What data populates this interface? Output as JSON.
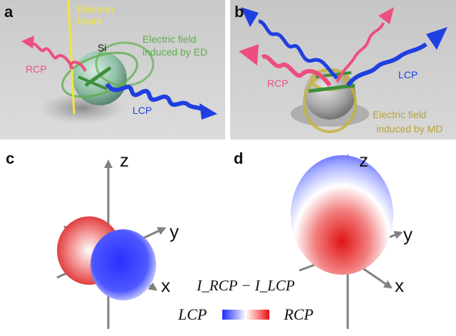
{
  "panels": {
    "a": {
      "label": "a",
      "electron_beam": "Electron\nbeam",
      "atom": "Si",
      "rcp": "RCP",
      "lcp": "LCP",
      "field_line1": "Electric field",
      "field_line2": "induced by ED"
    },
    "b": {
      "label": "b",
      "rcp": "RCP",
      "lcp": "LCP",
      "field_line1": "Electric field",
      "field_line2": "induced by MD"
    },
    "c": {
      "label": "c",
      "axis_z": "z",
      "axis_y": "y",
      "axis_x": "x"
    },
    "d": {
      "label": "d",
      "axis_z": "z",
      "axis_y": "y",
      "axis_x": "x"
    }
  },
  "colorbar": {
    "title": "I_RCP − I_LCP",
    "min_label": "LCP",
    "max_label": "RCP",
    "colors": {
      "lcp": "#1a2cff",
      "mid": "#ffffff",
      "rcp": "#e01010"
    }
  },
  "colors": {
    "rcp_pink": "#ec4f7e",
    "lcp_blue": "#1f3fe0",
    "field_green": "#5fae4f",
    "field_gold": "#b9a23a",
    "beam_yellow": "#f2e63a"
  }
}
